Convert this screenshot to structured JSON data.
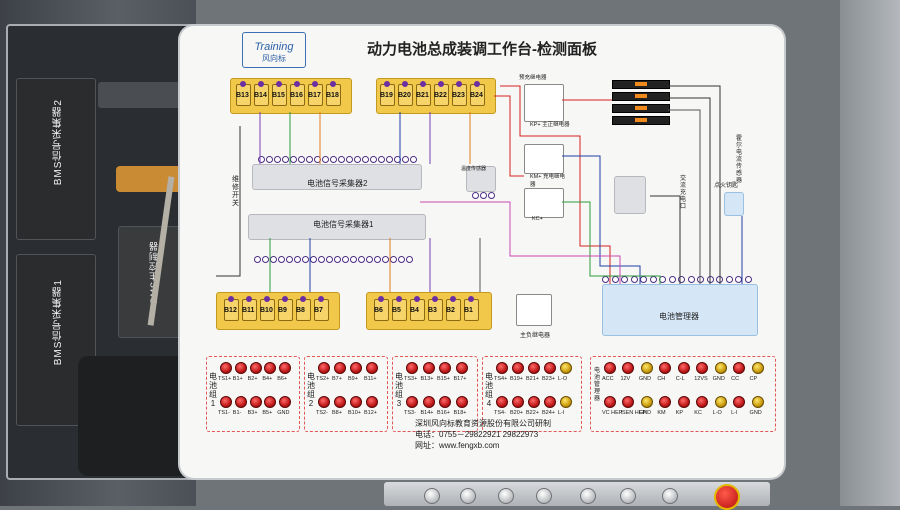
{
  "panel": {
    "title": "动力电池总成装调工作台-检测面板",
    "logo_line1": "Training",
    "logo_line2": "风向标"
  },
  "left_bay": {
    "module_top": "BMS信号采集器2",
    "module_bottom": "BMS信号采集器1",
    "module_side": "BMS主控制器"
  },
  "upper_cells": [
    "B13",
    "B14",
    "B15",
    "B16",
    "B17",
    "B18",
    "B19",
    "B20",
    "B21",
    "B22",
    "B23",
    "B24"
  ],
  "lower_cells": [
    "B12",
    "B11",
    "B10",
    "B9",
    "B8",
    "B7",
    "B6",
    "B5",
    "B4",
    "B3",
    "B2",
    "B1"
  ],
  "labels": {
    "collector2": "电池信号采集器2",
    "collector1": "电池信号采集器1",
    "maintenance_switch": "维修开关",
    "temp_sensor": "温度传感器",
    "precharge_relay": "预充继电器",
    "main_pos_relay": "KP+ 主正继电器",
    "charge_relay": "KM+ 充电继电器",
    "kc": "KC+",
    "main_neg_relay": "主负继电器",
    "ac_charge": "交流充电口",
    "key": "点火钥匙",
    "current_sensor": "霍尔电流传感器",
    "bms": "电池管理器"
  },
  "terminal_groups": [
    {
      "title": "电池组1",
      "top": [
        "TS1+",
        "B1+",
        "B2+",
        "B4+",
        "B6+"
      ],
      "bottom": [
        "TS1-",
        "B1-",
        "B3+",
        "B5+",
        "GND"
      ]
    },
    {
      "title": "电池组2",
      "top": [
        "TS2+",
        "B7+",
        "B9+",
        "B11+"
      ],
      "bottom": [
        "TS2-",
        "B8+",
        "B10+",
        "B12+"
      ]
    },
    {
      "title": "电池组3",
      "top": [
        "TS3+",
        "B13+",
        "B15+",
        "B17+"
      ],
      "bottom": [
        "TS3-",
        "B14+",
        "B16+",
        "B18+"
      ]
    },
    {
      "title": "电池组4",
      "top": [
        "TS4+",
        "B19+",
        "B21+",
        "B23+",
        "L-O"
      ],
      "bottom": [
        "TS4-",
        "B20+",
        "B22+",
        "B24+",
        "L-I"
      ]
    },
    {
      "title": "电池管理器",
      "top": [
        "ACC",
        "12V",
        "GND",
        "CH",
        "C-L",
        "12VS",
        "GND",
        "CC",
        "CP"
      ],
      "bottom": [
        "VC HEP",
        "ISEN HEP",
        "GND",
        "KM",
        "KP",
        "KC",
        "L-O",
        "L-I",
        "GND"
      ]
    }
  ],
  "footer": {
    "company": "深圳风向标教育资源股份有限公司研制",
    "phone": "电话：0755－29822921  29822973",
    "website": "网址：www.fengxb.com"
  },
  "colors": {
    "cell_yellow": "#f2c84b",
    "wire_red": "#d42020",
    "panel_bg": "#f7f7f5",
    "jack_red": "#c01818"
  }
}
